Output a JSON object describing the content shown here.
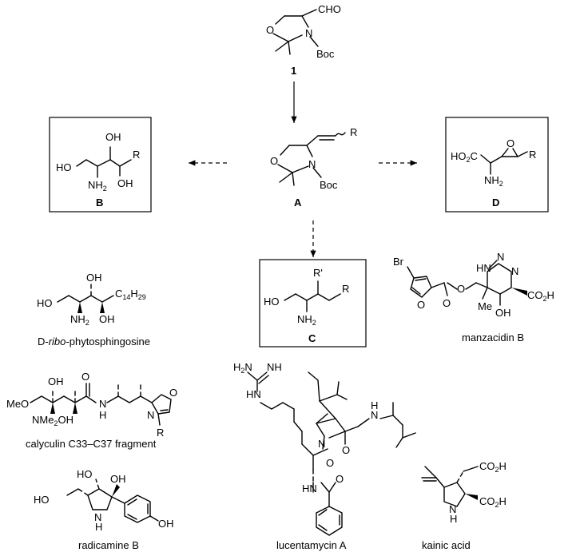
{
  "compound_1": {
    "number": "1",
    "cho": "CHO",
    "boc": "Boc",
    "o": "O",
    "n": "N"
  },
  "compound_A": {
    "label": "A",
    "r": "R",
    "boc": "Boc",
    "o": "O",
    "n": "N"
  },
  "compound_B": {
    "label": "B",
    "oh": "OH",
    "ho": "HO",
    "nh2": "NH",
    "nh2_sub": "2",
    "r": "R"
  },
  "compound_C": {
    "label": "C",
    "rprime": "R'",
    "ho": "HO",
    "r": "R",
    "nh2": "NH",
    "nh2_sub": "2"
  },
  "compound_D": {
    "label": "D",
    "ho2c": "HO",
    "ho2c_sub": "2",
    "ho2c_c": "C",
    "o": "O",
    "r": "R",
    "nh2": "NH",
    "nh2_sub": "2"
  },
  "phyto": {
    "ho": "HO",
    "oh": "OH",
    "nh2": "NH",
    "nh2_sub": "2",
    "chain": "C",
    "chain_sub1": "14",
    "chain_h": "H",
    "chain_sub2": "29",
    "name_prefix": "D-",
    "name_italic": "ribo",
    "name_suffix": "-phytosphingosine"
  },
  "manzacidin": {
    "br": "Br",
    "o": "O",
    "hn": "HN",
    "n": "N",
    "nh": "N",
    "h": "H",
    "me": "Me",
    "oh": "OH",
    "co2h": "CO",
    "co2h_sub": "2",
    "co2h_h": "H",
    "name": "manzacidin B"
  },
  "calyculin": {
    "meo": "MeO",
    "oh": "OH",
    "nme2": "NMe",
    "nme2_sub": "2",
    "oh2": "OH",
    "o": "O",
    "n": "N",
    "h": "H",
    "oz_o": "O",
    "oz_n": "N",
    "r": "R",
    "name": "calyculin C33–C37 fragment"
  },
  "lucentamycin": {
    "h2n": "H",
    "h2n_sub": "2",
    "h2n_n": "N",
    "nh": "NH",
    "hn": "H",
    "hn_n": "N",
    "n": "N",
    "o": "O",
    "nh2": "N",
    "h": "H",
    "hn2": "HN",
    "o2": "O",
    "o3": "O",
    "name": "lucentamycin A"
  },
  "radicamine": {
    "ho1": "HO",
    "oh1": "OH",
    "ho2": "HO",
    "n": "N",
    "h": "H",
    "oh2": "OH",
    "name": "radicamine B"
  },
  "kainic": {
    "co2h": "CO",
    "co2h_sub": "2",
    "co2h_h": "H",
    "n": "N",
    "h": "H",
    "co2h2": "CO",
    "co2h2_sub": "2",
    "co2h2_h": "H",
    "name": "kainic acid"
  }
}
